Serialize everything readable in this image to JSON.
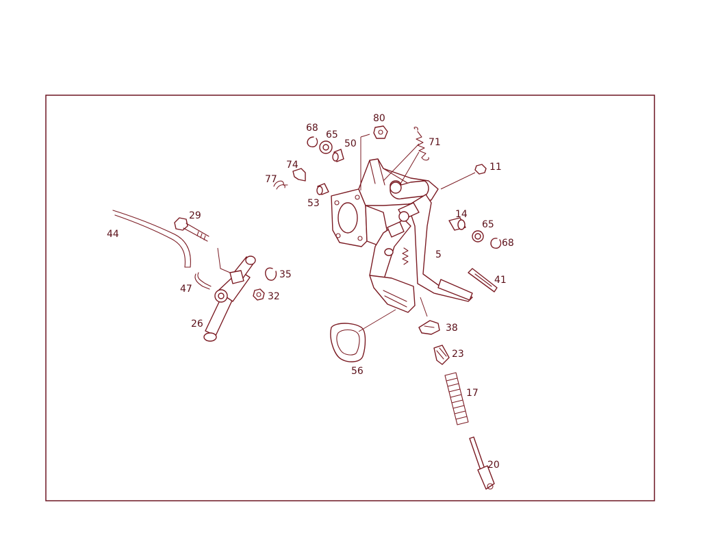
{
  "labels": {
    "p68a": "68",
    "p65a": "65",
    "p80": "80",
    "p50": "50",
    "p71": "71",
    "p74": "74",
    "p77": "77",
    "p53": "53",
    "p11": "11",
    "p29": "29",
    "p44": "44",
    "p14": "14",
    "p65b": "65",
    "p68b": "68",
    "p5": "5",
    "p35": "35",
    "p41": "41",
    "p47": "47",
    "p32": "32",
    "p26": "26",
    "p38": "38",
    "p23": "23",
    "p56": "56",
    "p17": "17",
    "p20": "20"
  },
  "colors": {
    "line": "#7a1a22",
    "frame": "#6b1420",
    "text": "#5a0f18"
  }
}
